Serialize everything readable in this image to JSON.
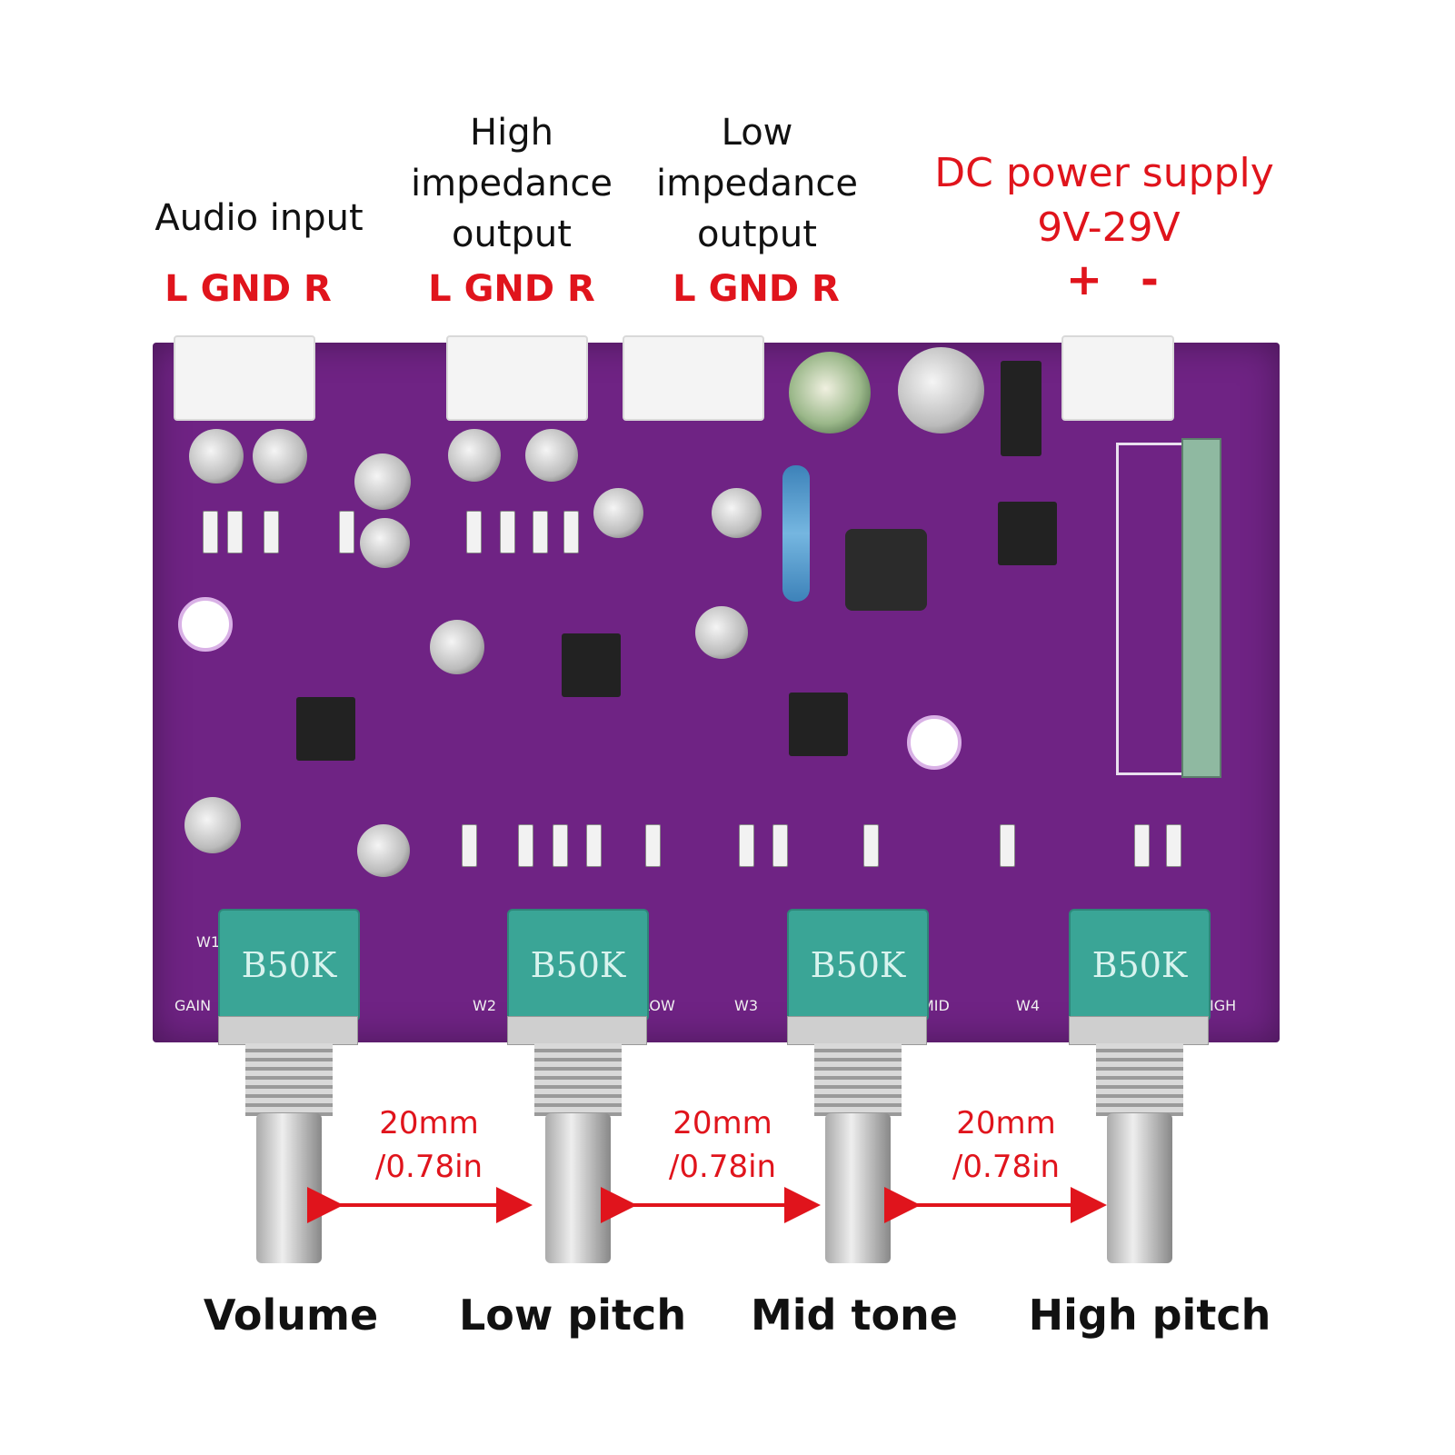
{
  "header": {
    "audio_input": "Audio input",
    "high_impedance": [
      "High",
      "impedance",
      "output"
    ],
    "low_impedance": [
      "Low",
      "impedance",
      "output"
    ],
    "dc_power_title": "DC power supply",
    "dc_power_range": "9V-29V",
    "lgndr": "L GND R",
    "plus": "+",
    "minus": "-"
  },
  "board": {
    "pot_label": "B50K",
    "pot_names": [
      "W1",
      "W2",
      "W3",
      "W4"
    ],
    "pot_silk": [
      "GAIN",
      "LOW",
      "MID",
      "IGH"
    ],
    "colors": {
      "pcb": "#6f2384",
      "pot": "#3aa596",
      "accent_red": "#e0141c"
    }
  },
  "dimensions": {
    "spacing_value": "20mm",
    "spacing_inch": "/0.78in"
  },
  "knobs": [
    "Volume",
    "Low pitch",
    "Mid tone",
    "High pitch"
  ]
}
